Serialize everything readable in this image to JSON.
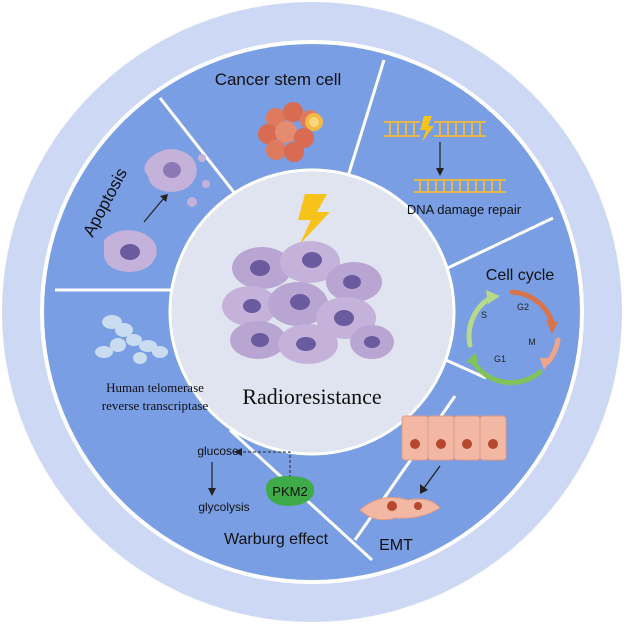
{
  "center": {
    "title": "Radioresistance"
  },
  "segments": {
    "cancer_stem_cell": "Cancer stem cell",
    "dna_damage_repair": "DNA damage repair",
    "cell_cycle": {
      "title": "Cell cycle",
      "phases": [
        "S",
        "G2",
        "M",
        "G1"
      ]
    },
    "emt": "EMT",
    "warburg": {
      "title": "Warburg effect",
      "glucose": "glucose",
      "glycolysis": "glycolysis",
      "enzyme": "PKM2"
    },
    "htert": {
      "line1": "Human telomerase",
      "line2": "reverse transcriptase"
    },
    "apoptosis": "Apoptosis"
  },
  "colors": {
    "outer_ring": "#cdd9f4",
    "segment_fill": "#7a9ee3",
    "segment_divider": "#ffffff",
    "center_fill": "#dfe4f0",
    "bolt": "#f7c21a",
    "cell_body": "#b9a5d2",
    "cell_nucleus": "#6a5a9e",
    "pkm2": "#3faa48",
    "emt_cell": "#f2b8a4",
    "stem_cell": "#e07a5f"
  }
}
